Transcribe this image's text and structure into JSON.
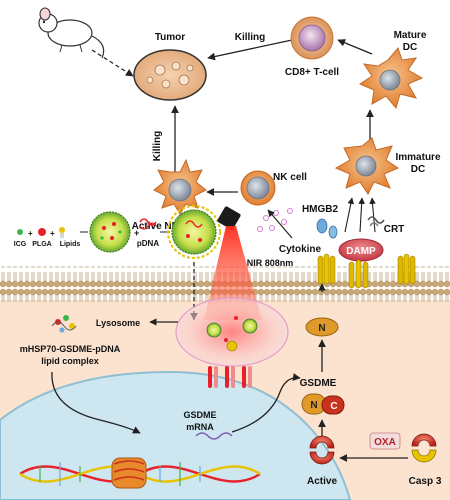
{
  "labels": {
    "tumor": "Tumor",
    "killing_top": "Killing",
    "cd8": "CD8+ T-cell",
    "mature_dc_1": "Mature",
    "mature_dc_2": "DC",
    "immature_dc_1": "Immature",
    "immature_dc_2": "DC",
    "killing_left": "Killing",
    "active_nk": "Active NK cell",
    "nk_cell": "NK cell",
    "cytokine": "Cytokine",
    "hmgb2": "HMGB2",
    "crt": "CRT",
    "damp": "DAMP",
    "icg": "ICG",
    "plga": "PLGA",
    "lipids": "Lipids",
    "pdna": "pDNA",
    "nir": "NIR 808nm",
    "lysosome": "Lysosome",
    "complex_1": "mHSP70-GSDME-pDNA",
    "complex_2": "lipid complex",
    "n_pore": "N",
    "gsdme": "GSDME",
    "n_frag": "N",
    "c_frag": "C",
    "gsdme_mrna_1": "GSDME",
    "gsdme_mrna_2": "mRNA",
    "oxa": "OXA",
    "active": "Active",
    "casp3": "Casp 3"
  },
  "colors": {
    "membrane_head": "#c9a877",
    "membrane_tail": "#e9dcc0",
    "cytoplasm": "#fbe3cf",
    "nucleus": "#cde6f0",
    "cell_body": "#ee9a54",
    "nucleus_cell": "#9aa3b0",
    "damp": "#d7505a",
    "pore": "#e0b800",
    "nanoparticle": "#76b63c",
    "laser": "#e8302a",
    "gsdme_n": "#e09a2a",
    "gsdme_c": "#c8321f"
  }
}
